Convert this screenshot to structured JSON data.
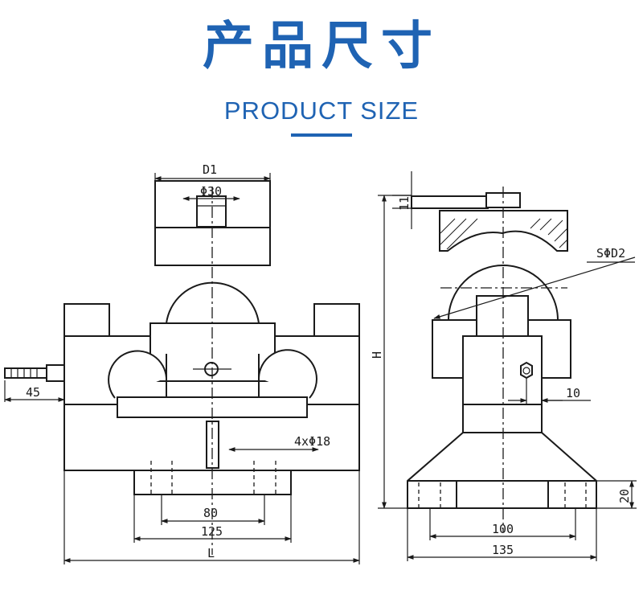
{
  "header": {
    "title_cn": "产品尺寸",
    "title_en": "PRODUCT SIZE"
  },
  "colors": {
    "accent": "#1f63b3",
    "line": "#1a1a1a"
  },
  "front_view": {
    "labels": {
      "d1": "D1",
      "phi30": "Φ30",
      "dim_45": "45",
      "hole": "4xΦ18",
      "dim_80": "80",
      "dim_125": "125",
      "dim_l": "L"
    }
  },
  "side_view": {
    "labels": {
      "dim_11": "11",
      "sphere": "SΦD2",
      "dim_h": "H",
      "dim_10": "10",
      "dim_20": "20",
      "dim_100": "100",
      "dim_135": "135"
    }
  }
}
